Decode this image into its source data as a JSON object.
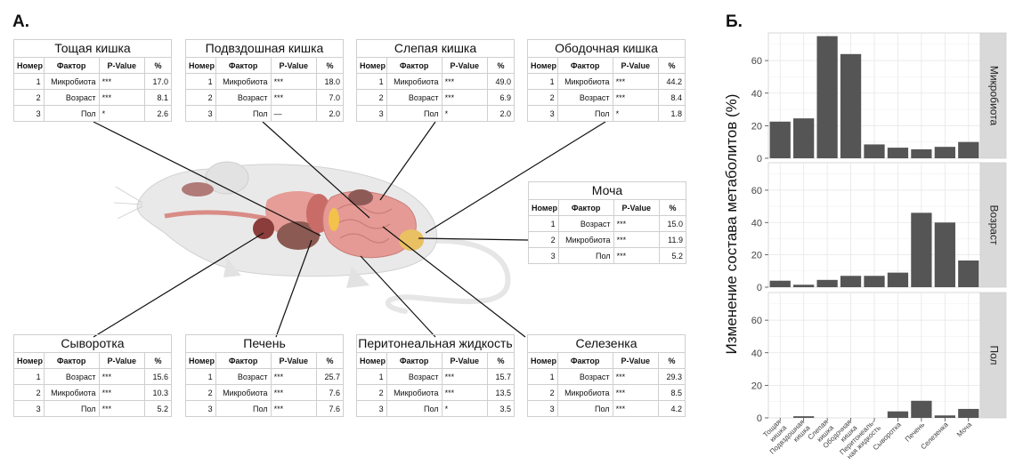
{
  "panel_a_label": "А.",
  "panel_b_label": "Б.",
  "table_headers": [
    "Номер",
    "Фактор",
    "P-Value",
    "%"
  ],
  "tables": [
    {
      "title": "Тощая кишка",
      "rows": [
        [
          "1",
          "Микробиота",
          "***",
          "17.0"
        ],
        [
          "2",
          "Возраст",
          "***",
          "8.1"
        ],
        [
          "3",
          "Пол",
          "*",
          "2.6"
        ]
      ]
    },
    {
      "title": "Подвздошная кишка",
      "rows": [
        [
          "1",
          "Микробиота",
          "***",
          "18.0"
        ],
        [
          "2",
          "Возраст",
          "***",
          "7.0"
        ],
        [
          "3",
          "Пол",
          "—",
          "2.0"
        ]
      ]
    },
    {
      "title": "Слепая кишка",
      "rows": [
        [
          "1",
          "Микробиота",
          "***",
          "49.0"
        ],
        [
          "2",
          "Возраст",
          "***",
          "6.9"
        ],
        [
          "3",
          "Пол",
          "*",
          "2.0"
        ]
      ]
    },
    {
      "title": "Ободочная кишка",
      "rows": [
        [
          "1",
          "Микробиота",
          "***",
          "44.2"
        ],
        [
          "2",
          "Возраст",
          "***",
          "8.4"
        ],
        [
          "3",
          "Пол",
          "*",
          "1.8"
        ]
      ]
    },
    {
      "title": "Моча",
      "rows": [
        [
          "1",
          "Возраст",
          "***",
          "15.0"
        ],
        [
          "2",
          "Микробиота",
          "***",
          "11.9"
        ],
        [
          "3",
          "Пол",
          "***",
          "5.2"
        ]
      ]
    },
    {
      "title": "Сыворотка",
      "rows": [
        [
          "1",
          "Возраст",
          "***",
          "15.6"
        ],
        [
          "2",
          "Микробиота",
          "***",
          "10.3"
        ],
        [
          "3",
          "Пол",
          "***",
          "5.2"
        ]
      ]
    },
    {
      "title": "Печень",
      "rows": [
        [
          "1",
          "Возраст",
          "***",
          "25.7"
        ],
        [
          "2",
          "Микробиота",
          "***",
          "7.6"
        ],
        [
          "3",
          "Пол",
          "***",
          "7.6"
        ]
      ]
    },
    {
      "title": "Перитонеальная жидкость",
      "rows": [
        [
          "1",
          "Возраст",
          "***",
          "15.7"
        ],
        [
          "2",
          "Микробиота",
          "***",
          "13.5"
        ],
        [
          "3",
          "Пол",
          "*",
          "3.5"
        ]
      ]
    },
    {
      "title": "Селезенка",
      "rows": [
        [
          "1",
          "Возраст",
          "***",
          "29.3"
        ],
        [
          "2",
          "Микробиота",
          "***",
          "8.5"
        ],
        [
          "3",
          "Пол",
          "***",
          "4.2"
        ]
      ]
    }
  ],
  "chart_data": {
    "type": "bar",
    "ylabel": "Изменение состава метаболитов (%)",
    "ylim": [
      0,
      77
    ],
    "yticks": [
      0,
      20,
      40,
      60
    ],
    "grid": true,
    "categories": [
      "Тощая кишка",
      "Подвздошная кишка",
      "Слепая кишка",
      "Ободочная кишка",
      "Перитонеальная жидкость",
      "Сыворотка",
      "Печень",
      "Селезенка",
      "Моча"
    ],
    "category_labels": [
      [
        "Тощая",
        "кишка"
      ],
      [
        "Подвздошная",
        "кишка"
      ],
      [
        "Слепая",
        "кишка"
      ],
      [
        "Ободочная",
        "кишка"
      ],
      [
        "Перитонеаль-",
        "ная жидкость"
      ],
      [
        "Сыворотка"
      ],
      [
        "Печень"
      ],
      [
        "Селезенка"
      ],
      [
        "Моча"
      ]
    ],
    "series": [
      {
        "name": "Микробиота",
        "values": [
          22.5,
          24.5,
          75,
          64,
          8.5,
          6.5,
          5.5,
          7,
          10
        ]
      },
      {
        "name": "Возраст",
        "values": [
          4,
          1.5,
          4.5,
          7,
          7,
          9,
          46,
          40,
          16.5
        ]
      },
      {
        "name": "Пол",
        "values": [
          0,
          1,
          0,
          0,
          0,
          4,
          10.5,
          1.5,
          5.5
        ]
      }
    ],
    "colors": {
      "bar": "#555555",
      "panel_bg": "#ffffff",
      "grid": "#e6e6e6",
      "strip_bg": "#d9d9d9"
    }
  }
}
